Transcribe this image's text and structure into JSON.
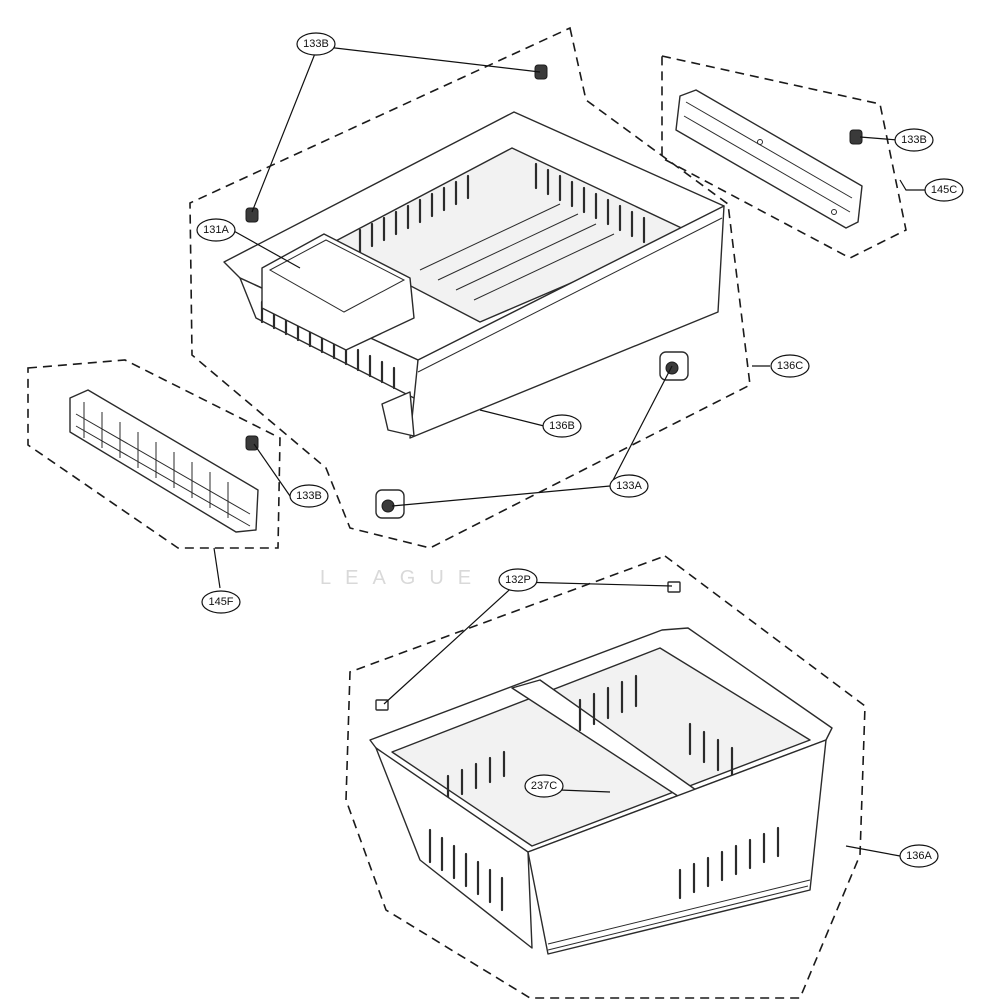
{
  "watermark": "LEAGUE",
  "callouts": {
    "c133B_top": "133B",
    "c131A": "131A",
    "c133B_right": "133B",
    "c145C": "145C",
    "c136C": "136C",
    "c136B": "136B",
    "c133A": "133A",
    "c133B_left": "133B",
    "c145F": "145F",
    "c132P": "132P",
    "c237C": "237C",
    "c136A": "136A"
  }
}
